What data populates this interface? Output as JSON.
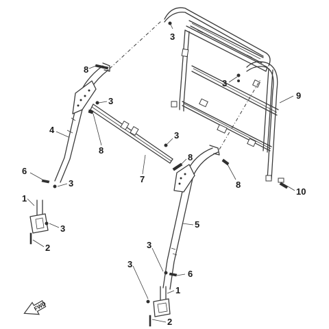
{
  "callouts": [
    {
      "id": "c-8-top-left",
      "text": "8"
    },
    {
      "id": "c-3-top-center",
      "text": "3"
    },
    {
      "id": "c-3-mid-right",
      "text": "3"
    },
    {
      "id": "c-9",
      "text": "9"
    },
    {
      "id": "c-3-crossbar",
      "text": "3"
    },
    {
      "id": "c-4",
      "text": "4"
    },
    {
      "id": "c-3-center",
      "text": "3"
    },
    {
      "id": "c-8-crossbar",
      "text": "8"
    },
    {
      "id": "c-7",
      "text": "7"
    },
    {
      "id": "c-8-center-right",
      "text": "8"
    },
    {
      "id": "c-8-right",
      "text": "8"
    },
    {
      "id": "c-6-left",
      "text": "6"
    },
    {
      "id": "c-3-left-leg",
      "text": "3"
    },
    {
      "id": "c-10",
      "text": "10"
    },
    {
      "id": "c-1-left",
      "text": "1"
    },
    {
      "id": "c-3-left-bracket",
      "text": "3"
    },
    {
      "id": "c-5",
      "text": "5"
    },
    {
      "id": "c-2-left",
      "text": "2"
    },
    {
      "id": "c-3-right-leg-upper",
      "text": "3"
    },
    {
      "id": "c-3-right-leg-lower",
      "text": "3"
    },
    {
      "id": "c-6-right",
      "text": "6"
    },
    {
      "id": "c-1-right",
      "text": "1"
    },
    {
      "id": "c-2-right",
      "text": "2"
    }
  ],
  "fwd_label": "FWD"
}
